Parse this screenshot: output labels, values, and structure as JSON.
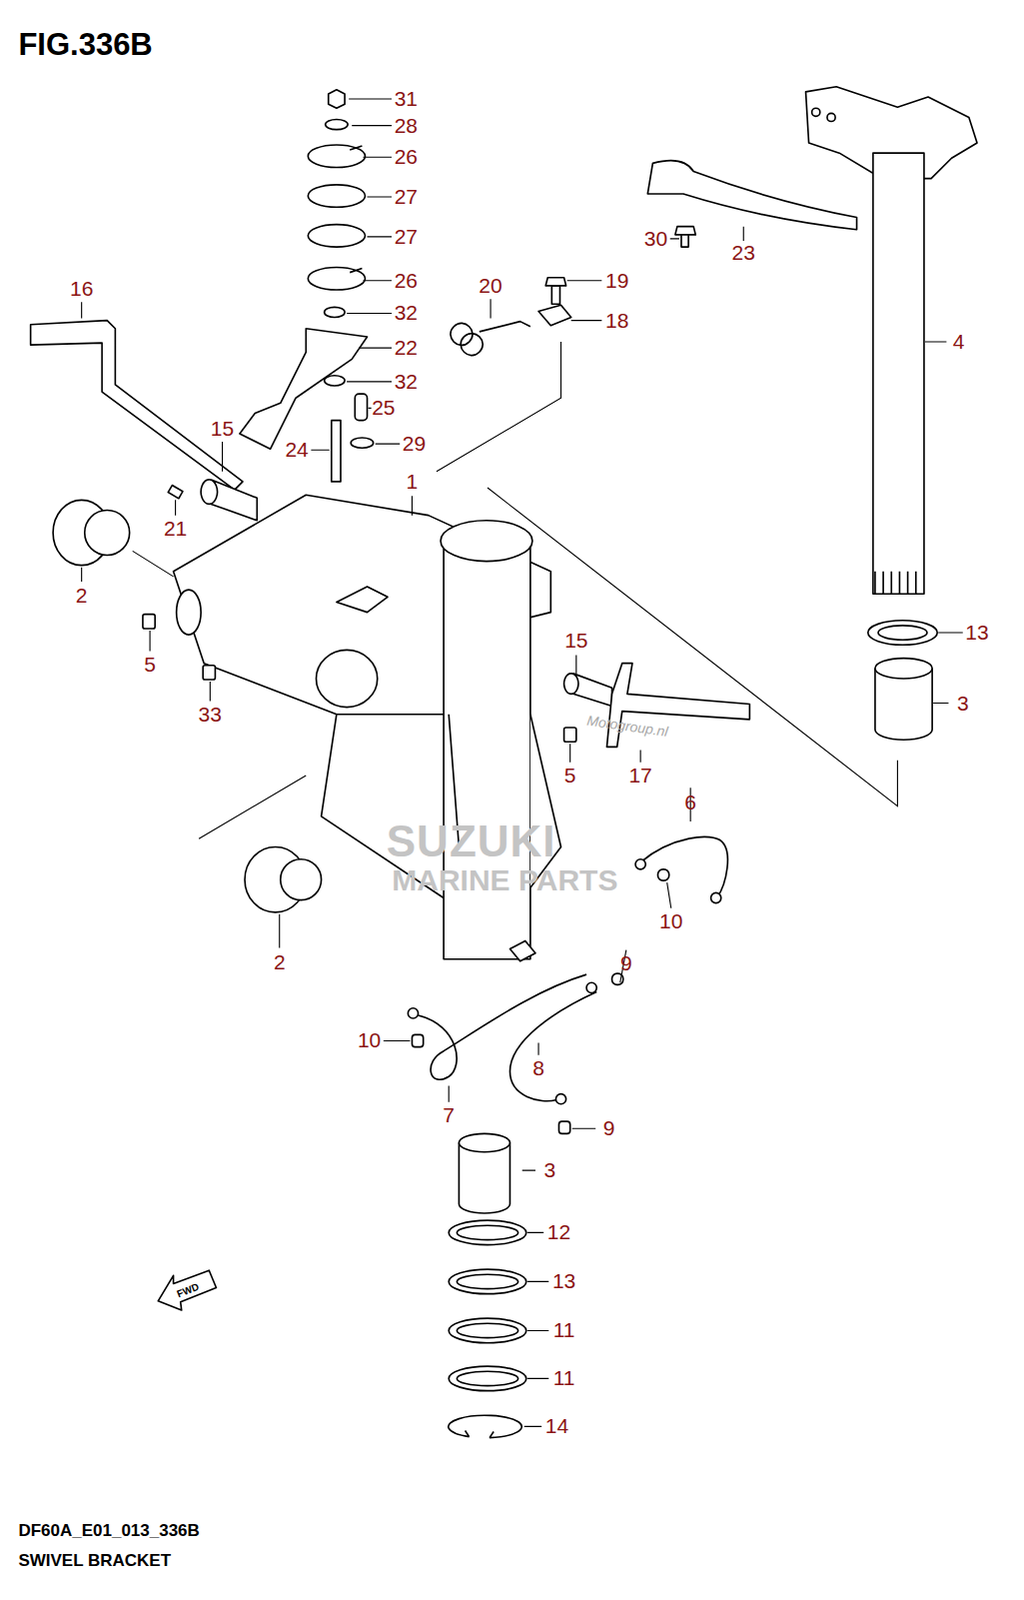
{
  "diagram": {
    "title": "FIG.336B",
    "caption": "SWIVEL BRACKET",
    "labels": [
      "31",
      "28",
      "26",
      "27",
      "27",
      "26",
      "32",
      "22",
      "32",
      "25",
      "29",
      "24",
      "15",
      "16",
      "21",
      "20",
      "19",
      "18",
      "30",
      "23",
      "4",
      "1",
      "2",
      "5",
      "33",
      "15",
      "13",
      "3",
      "5",
      "17",
      "6",
      "10",
      "2",
      "9",
      "10",
      "8",
      "7",
      "9",
      "3",
      "12",
      "13",
      "11",
      "11",
      "14",
      "DF60A_E01_013_336B",
      "FWD",
      "SUZUKI",
      "MARINE PARTS",
      "Motogroup.nl"
    ]
  }
}
